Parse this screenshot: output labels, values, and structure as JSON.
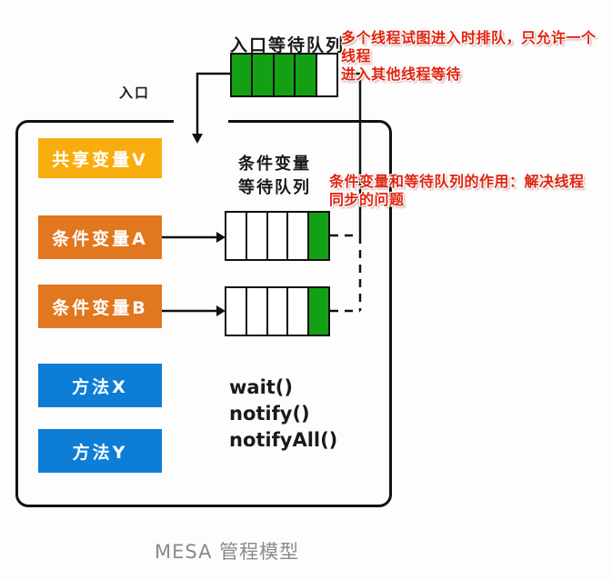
{
  "diagram": {
    "caption": "MESA 管程模型",
    "entry_label": "入口",
    "entry_queue": {
      "label": "入口等待队列",
      "cells": [
        "filled",
        "filled",
        "filled",
        "filled",
        "empty"
      ]
    },
    "annotations": {
      "entry": "多个线程试图进入时排队，只允许一个线程\n进入其他线程等待",
      "condition": "条件变量和等待队列的作用：解决线程\n同步的问题"
    },
    "monitor": {
      "shared_variable": {
        "label": "共享变量V"
      },
      "condition_queue_label": "条件变量\n等待队列",
      "condition_vars": [
        {
          "label": "条件变量A",
          "queue_cells": [
            "empty",
            "empty",
            "empty",
            "empty",
            "filled"
          ]
        },
        {
          "label": "条件变量B",
          "queue_cells": [
            "empty",
            "empty",
            "empty",
            "empty",
            "filled"
          ]
        }
      ],
      "methods": [
        {
          "label": "方法X"
        },
        {
          "label": "方法Y"
        }
      ],
      "method_calls": [
        "wait()",
        "notify()",
        "notifyAll()"
      ]
    }
  },
  "colors": {
    "queue_filled_green": "#14a014",
    "shared_variable_gold": "#f8ad0e",
    "condition_orange": "#e1771e",
    "method_blue": "#0d7dd6",
    "annotation_red": "#e02410",
    "line_black": "#111111",
    "caption_gray": "#8a8a8a"
  }
}
